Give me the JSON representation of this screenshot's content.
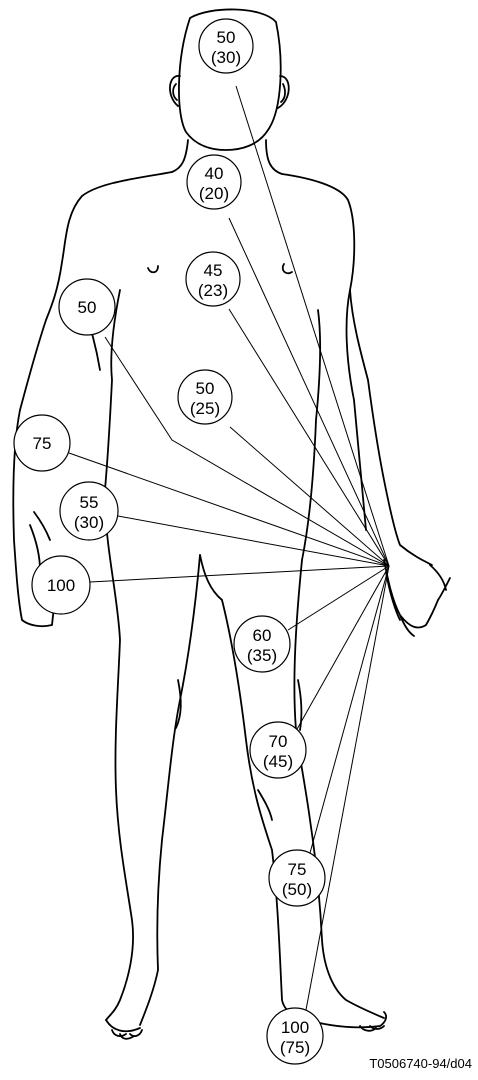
{
  "figure": {
    "reference_code": "T0506740-94/d04",
    "colors": {
      "line": "#000000",
      "background": "#ffffff"
    }
  },
  "points": [
    {
      "id": "forehead",
      "value": "50",
      "sub": "(30)"
    },
    {
      "id": "neck",
      "value": "40",
      "sub": "(20)"
    },
    {
      "id": "chest",
      "value": "45",
      "sub": "(23)"
    },
    {
      "id": "upper-arm",
      "value": "50",
      "sub": ""
    },
    {
      "id": "abdomen",
      "value": "50",
      "sub": "(25)"
    },
    {
      "id": "forearm",
      "value": "75",
      "sub": ""
    },
    {
      "id": "wrist",
      "value": "55",
      "sub": "(30)"
    },
    {
      "id": "hand",
      "value": "100",
      "sub": ""
    },
    {
      "id": "thigh",
      "value": "60",
      "sub": "(35)"
    },
    {
      "id": "knee",
      "value": "70",
      "sub": "(45)"
    },
    {
      "id": "shin",
      "value": "75",
      "sub": "(50)"
    },
    {
      "id": "foot",
      "value": "100",
      "sub": "(75)"
    }
  ]
}
